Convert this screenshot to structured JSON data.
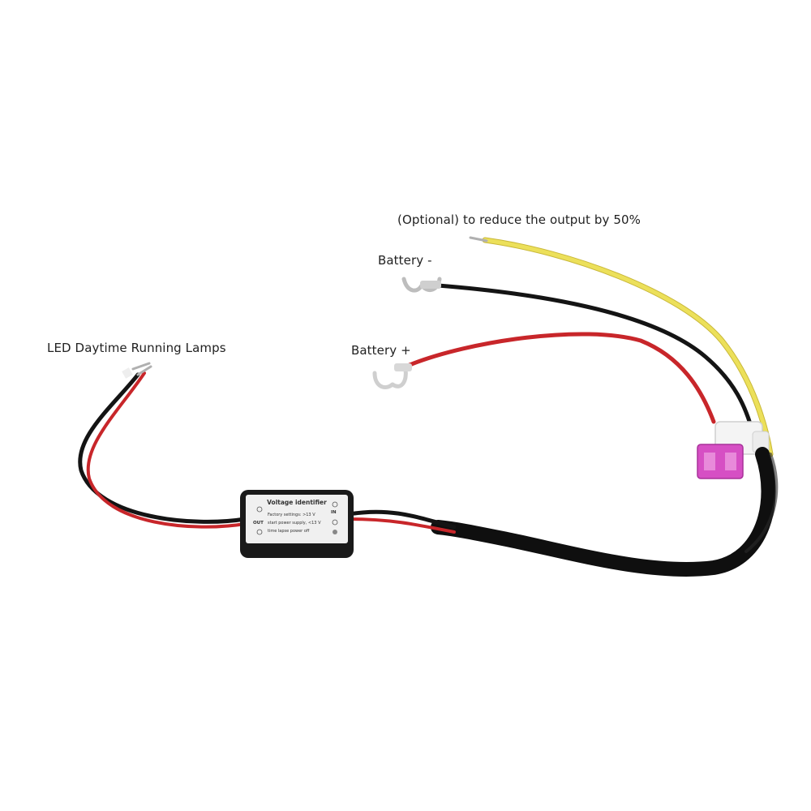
{
  "labels": {
    "optional": "(Optional) to reduce the output by 50%",
    "battery_negative": "Battery -",
    "battery_positive": "Battery +",
    "led_lamps": "LED Daytime Running Lamps"
  },
  "module": {
    "title": "Voltage identifier",
    "line1": "Factory settings: >13 V",
    "line2": "start power supply, <13 V",
    "line3": "time lapse power off",
    "in_label": "IN",
    "out_label": "OUT"
  },
  "colors": {
    "wire_yellow": "#e6d636",
    "wire_black": "#141414",
    "wire_red": "#c8262a",
    "fuse_body": "#d64fc4",
    "holder_white": "#f4f4f4",
    "module_body": "#1a1a1a",
    "module_label": "#f0f0f0"
  }
}
